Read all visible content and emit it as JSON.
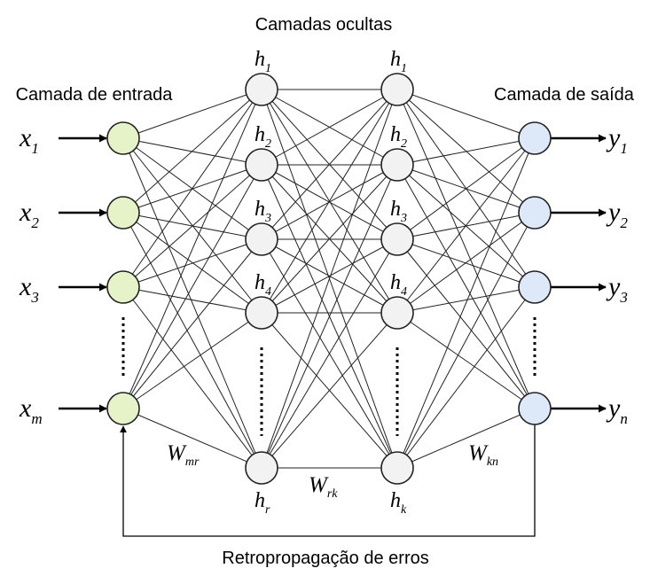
{
  "titles": {
    "hidden": "Camadas ocultas",
    "input": "Camada de entrada",
    "output": "Camada de saída",
    "backprop": "Retropropagação de erros"
  },
  "colors": {
    "input_fill": "#e6f3c9",
    "hidden_fill": "#f2f2f2",
    "output_fill": "#dde9f8",
    "stroke": "#222222"
  },
  "layers": {
    "input": [
      {
        "base": "x",
        "sub": "1"
      },
      {
        "base": "x",
        "sub": "2"
      },
      {
        "base": "x",
        "sub": "3"
      },
      {
        "base": "x",
        "sub": "m"
      }
    ],
    "hidden1": [
      {
        "base": "h",
        "sub": "1"
      },
      {
        "base": "h",
        "sub": "2"
      },
      {
        "base": "h",
        "sub": "3"
      },
      {
        "base": "h",
        "sub": "4"
      },
      {
        "base": "h",
        "sub": "r"
      }
    ],
    "hidden2": [
      {
        "base": "h",
        "sub": "1"
      },
      {
        "base": "h",
        "sub": "2"
      },
      {
        "base": "h",
        "sub": "3"
      },
      {
        "base": "h",
        "sub": "4"
      },
      {
        "base": "h",
        "sub": "k"
      }
    ],
    "output": [
      {
        "base": "y",
        "sub": "1"
      },
      {
        "base": "y",
        "sub": "2"
      },
      {
        "base": "y",
        "sub": "3"
      },
      {
        "base": "y",
        "sub": "n"
      }
    ]
  },
  "weights": [
    {
      "base": "W",
      "sub": "mr"
    },
    {
      "base": "W",
      "sub": "rk"
    },
    {
      "base": "W",
      "sub": "kn"
    }
  ]
}
